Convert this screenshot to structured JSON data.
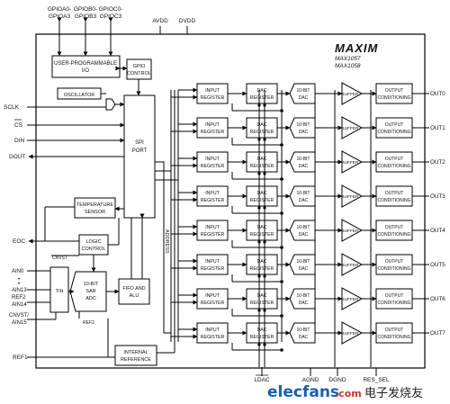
{
  "top_pins": {
    "gpioa": [
      "GPIOA0-",
      "GPIOA3"
    ],
    "gpiob": [
      "GPIOB0-",
      "GPIOB3"
    ],
    "gpioc": [
      "GPIOC0-",
      "GPIOC3"
    ],
    "avdd": "AVDD",
    "dvdd": "DVDD"
  },
  "brand": {
    "logo": "MAXIM",
    "part1": "MAX1057",
    "part2": "MAX1058"
  },
  "blocks": {
    "user_io": [
      "USER-PROGRAMMABLE",
      "I/O"
    ],
    "gpio_control": [
      "GPIO",
      "CONTROL"
    ],
    "oscillator": "OSCILLATOR",
    "spi_port": [
      "SPI",
      "PORT"
    ],
    "temp_sensor": [
      "TEMPERATURE",
      "SENSOR"
    ],
    "logic_control": [
      "LOGIC",
      "CONTROL"
    ],
    "adc": [
      "10-BIT",
      "SAR",
      "ADC"
    ],
    "fifo": [
      "FIFO AND",
      "ALU"
    ],
    "th": "T/H",
    "internal_ref": [
      "INTERNAL",
      "REFERENCE"
    ],
    "address": "ADDRESS",
    "cnvst_label": "CNVST",
    "ref2_label": "REF2"
  },
  "channel_labels": {
    "input_register": [
      "INPUT",
      "REGISTER"
    ],
    "dac_register": [
      "DAC",
      "REGISTER"
    ],
    "dac": [
      "10-BIT",
      "DAC"
    ],
    "buffer": "BUFFER",
    "output_conditioning": [
      "OUTPUT",
      "CONDITIONING"
    ]
  },
  "outputs": [
    "OUT0",
    "OUT1",
    "OUT2",
    "OUT3",
    "OUT4",
    "OUT5",
    "OUT6",
    "OUT7"
  ],
  "left_pins": {
    "sclk": "SCLK",
    "cs": "CS",
    "din": "DIN",
    "dout": "DOUT",
    "eoc": "EOC",
    "ain0": "AIN0",
    "dots": "•",
    "ain13": "AIN13",
    "ref2": "REF2",
    "ain14": "AIN14",
    "cnvst": "CNVST/",
    "ain15": "AIN15",
    "ref1": "REF1"
  },
  "bottom_pins": {
    "ldac": "LDAC",
    "agnd": "AGND",
    "dgnd": "DGND",
    "res_sel": "RES_SEL"
  },
  "watermark": {
    "latin": "elecfans",
    "dotcom": ".com",
    "cn": "电子发烧友"
  }
}
